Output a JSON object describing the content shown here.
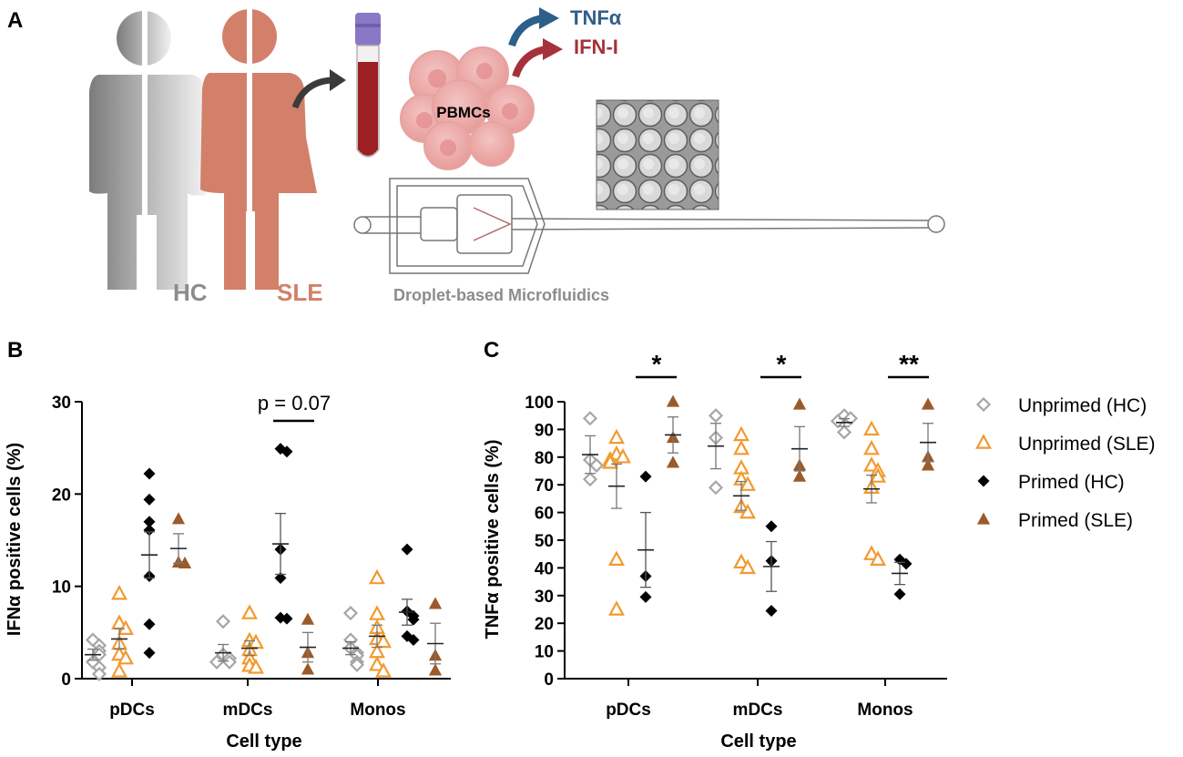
{
  "panel_labels": {
    "a": "A",
    "b": "B",
    "c": "C"
  },
  "schematic": {
    "hc_label": "HC",
    "sle_label": "SLE",
    "pbmc_label": "PBMCs",
    "tnf_label": "TNFα",
    "ifn_label": "IFN-I",
    "microfluidics_label": "Droplet-based Microfluidics",
    "colors": {
      "hc": "#8c8c8c",
      "sle": "#d2806a",
      "tnf": "#2e5f8a",
      "ifn": "#a5323a",
      "tube_cap": "#8a78c4",
      "blood": "#9c1f24"
    }
  },
  "legend": [
    {
      "label": "Unprimed (HC)",
      "marker": "diamond-open",
      "color": "#a6a6a6"
    },
    {
      "label": "Unprimed (SLE)",
      "marker": "triangle-open",
      "color": "#f29a2e"
    },
    {
      "label": "Primed (HC)",
      "marker": "diamond-filled",
      "color": "#000000"
    },
    {
      "label": "Primed (SLE)",
      "marker": "triangle-filled",
      "color": "#9b5a2a"
    }
  ],
  "chart_data": [
    {
      "panel": "B",
      "type": "scatter",
      "xlabel": "Cell type",
      "ylabel": "IFNα positive cells (%)",
      "categories": [
        "pDCs",
        "mDCs",
        "Monos"
      ],
      "ylim": [
        0,
        30
      ],
      "yticks": [
        "0",
        "10",
        "20",
        "30"
      ],
      "series": [
        {
          "name": "Unprimed (HC)",
          "points": [
            {
              "cat": 0,
              "values": [
                4.2,
                3.6,
                3.0,
                2.6,
                1.8,
                1.2,
                0.5
              ],
              "mean": 2.6,
              "sem": 0.6
            },
            {
              "cat": 1,
              "values": [
                6.2,
                2.6,
                2.2,
                1.8,
                1.8
              ],
              "mean": 2.8,
              "sem": 0.9
            },
            {
              "cat": 2,
              "values": [
                7.1,
                4.2,
                3.3,
                2.8,
                2.5,
                1.8,
                1.5
              ],
              "mean": 3.3,
              "sem": 0.7
            }
          ]
        },
        {
          "name": "Unprimed (SLE)",
          "points": [
            {
              "cat": 0,
              "values": [
                9.2,
                6.0,
                5.4,
                3.8,
                2.6,
                2.2,
                0.8
              ],
              "mean": 4.3,
              "sem": 1.1
            },
            {
              "cat": 1,
              "values": [
                7.1,
                4.1,
                3.9,
                3.1,
                2.2,
                1.4,
                1.2
              ],
              "mean": 3.3,
              "sem": 0.8
            },
            {
              "cat": 2,
              "values": [
                10.9,
                7.0,
                5.5,
                4.3,
                4.0,
                2.9,
                1.5,
                0.8
              ],
              "mean": 4.6,
              "sem": 1.2
            }
          ]
        },
        {
          "name": "Primed (HC)",
          "points": [
            {
              "cat": 0,
              "values": [
                22.2,
                19.4,
                17.0,
                16.1,
                11.1,
                5.9,
                2.8
              ],
              "mean": 13.4,
              "sem": 2.5
            },
            {
              "cat": 1,
              "values": [
                24.9,
                24.6,
                14.0,
                10.9,
                6.6,
                6.5
              ],
              "mean": 14.6,
              "sem": 3.3
            },
            {
              "cat": 2,
              "values": [
                14.0,
                7.3,
                6.8,
                6.4,
                4.6,
                4.2
              ],
              "mean": 7.2,
              "sem": 1.4
            }
          ]
        },
        {
          "name": "Primed (SLE)",
          "points": [
            {
              "cat": 0,
              "values": [
                17.3,
                12.6,
                12.5
              ],
              "mean": 14.1,
              "sem": 1.6
            },
            {
              "cat": 1,
              "values": [
                6.4,
                2.8,
                1.0
              ],
              "mean": 3.4,
              "sem": 1.6
            },
            {
              "cat": 2,
              "values": [
                8.1,
                2.5,
                0.9
              ],
              "mean": 3.8,
              "sem": 2.2
            }
          ]
        }
      ],
      "annotations": [
        {
          "text": "p = 0.07",
          "category": "mDCs"
        }
      ]
    },
    {
      "panel": "C",
      "type": "scatter",
      "xlabel": "Cell type",
      "ylabel": "TNFα positive cells (%)",
      "categories": [
        "pDCs",
        "mDCs",
        "Monos"
      ],
      "ylim": [
        0,
        100
      ],
      "yticks": [
        "0",
        "10",
        "20",
        "30",
        "40",
        "50",
        "60",
        "70",
        "80",
        "90",
        "100"
      ],
      "series": [
        {
          "name": "Unprimed (HC)",
          "points": [
            {
              "cat": 0,
              "values": [
                94.0,
                79.0,
                77.0,
                72.0
              ],
              "mean": 80.9,
              "sem": 6.8
            },
            {
              "cat": 1,
              "values": [
                95.0,
                87.0,
                69.0
              ],
              "mean": 84.0,
              "sem": 8.2
            },
            {
              "cat": 2,
              "values": [
                95.0,
                94.0,
                93.0,
                89.0
              ],
              "mean": 92.5,
              "sem": 1.4
            }
          ]
        },
        {
          "name": "Unprimed (SLE)",
          "points": [
            {
              "cat": 0,
              "values": [
                87.0,
                81.0,
                80.0,
                79.0,
                78.0,
                43.0,
                25.0
              ],
              "mean": 69.5,
              "sem": 8.0
            },
            {
              "cat": 1,
              "values": [
                88.0,
                83.0,
                76.0,
                72.0,
                70.0,
                62.0,
                60.0,
                42.0,
                40.0
              ],
              "mean": 66.0,
              "sem": 5.2
            },
            {
              "cat": 2,
              "values": [
                90.0,
                83.0,
                77.0,
                75.0,
                73.0,
                69.0,
                45.0,
                43.0
              ],
              "mean": 68.5,
              "sem": 5.0
            }
          ]
        },
        {
          "name": "Primed (HC)",
          "points": [
            {
              "cat": 0,
              "values": [
                73.0,
                37.0,
                29.5
              ],
              "mean": 46.5,
              "sem": 13.5
            },
            {
              "cat": 1,
              "values": [
                55.0,
                42.5,
                24.5
              ],
              "mean": 40.5,
              "sem": 9.0
            },
            {
              "cat": 2,
              "values": [
                43.0,
                41.5,
                30.5
              ],
              "mean": 38.0,
              "sem": 4.0
            }
          ]
        },
        {
          "name": "Primed (SLE)",
          "points": [
            {
              "cat": 0,
              "values": [
                100.0,
                87.0,
                78.0
              ],
              "mean": 88.0,
              "sem": 6.5
            },
            {
              "cat": 1,
              "values": [
                99.0,
                77.0,
                73.0
              ],
              "mean": 83.0,
              "sem": 8.0
            },
            {
              "cat": 2,
              "values": [
                99.0,
                80.0,
                77.0
              ],
              "mean": 85.3,
              "sem": 6.9
            }
          ]
        }
      ],
      "annotations": [
        {
          "text": "*",
          "category": "pDCs"
        },
        {
          "text": "*",
          "category": "mDCs"
        },
        {
          "text": "**",
          "category": "Monos"
        }
      ]
    }
  ]
}
